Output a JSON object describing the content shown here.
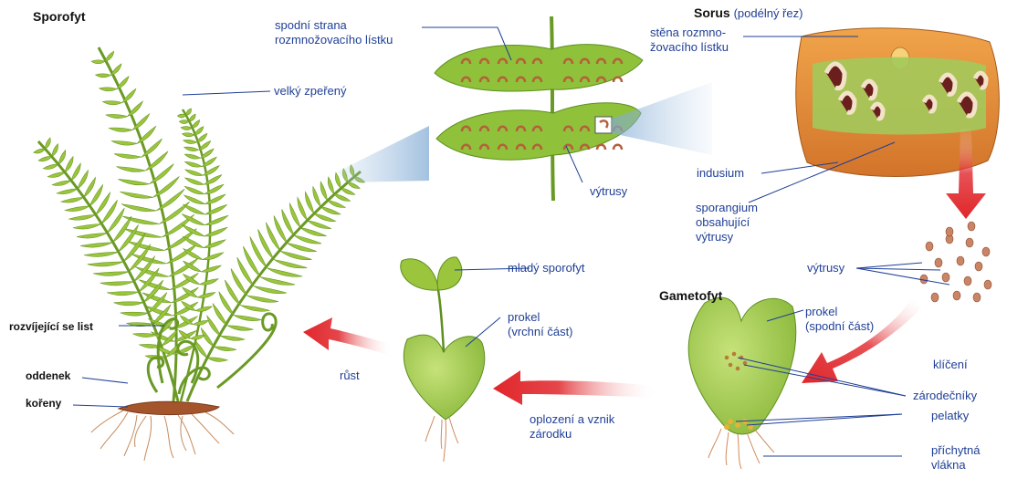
{
  "labels": {
    "sporofyt": "Sporofyt",
    "spodni_strana": "spodní strana\nrozmnožovacího lístku",
    "velky_zpereny": "velký zpeřený",
    "sorus_title": "Sorus",
    "sorus_sub": "(podélný řez)",
    "stena": "stěna rozmno-\nžovacího lístku",
    "indusium": "indusium",
    "vytrusy_top": "výtrusy",
    "sporangium": "sporangium\nobsahující\nvýtrusy",
    "vytrusy_right": "výtrusy",
    "mlady_sporofyt": "mladý sporofyt",
    "prokel_vrchni": "prokel\n(vrchní část)",
    "gametofyt": "Gametofyt",
    "prokel_spodni": "prokel\n(spodní část)",
    "kliceni": "klíčení",
    "zarodecniky": "zárodečníky",
    "pelatky": "pelatky",
    "prichytna": "příchytná\nvlákna",
    "rozvijejici": "rozvíjející se list",
    "oddenek": "oddenek",
    "koreny": "kořeny",
    "rust": "růst",
    "oplozeni": "oplození a vznik\nzárodku"
  },
  "colors": {
    "label_text": "#1f3f96",
    "title_text": "#111111",
    "arrow_red": "#e0262b",
    "fern_green": "#9bc53d",
    "fern_dark": "#5e8f1f",
    "sorus_orange": "#e08a2e",
    "spore_brown": "#b5603a"
  }
}
